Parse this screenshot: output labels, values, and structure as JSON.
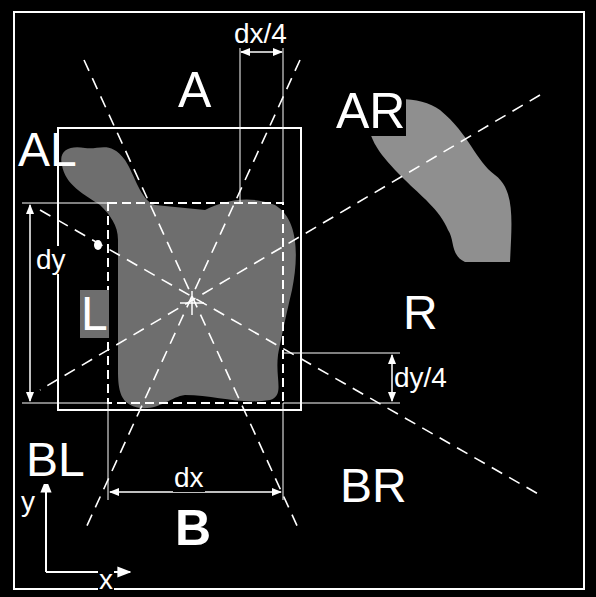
{
  "diagram": {
    "labels": [
      "dx/4",
      "A",
      "AR",
      "AL",
      "dy",
      "L",
      "R",
      "dy/4",
      "BL",
      "dx",
      "B",
      "BR",
      "y",
      "x"
    ]
  }
}
